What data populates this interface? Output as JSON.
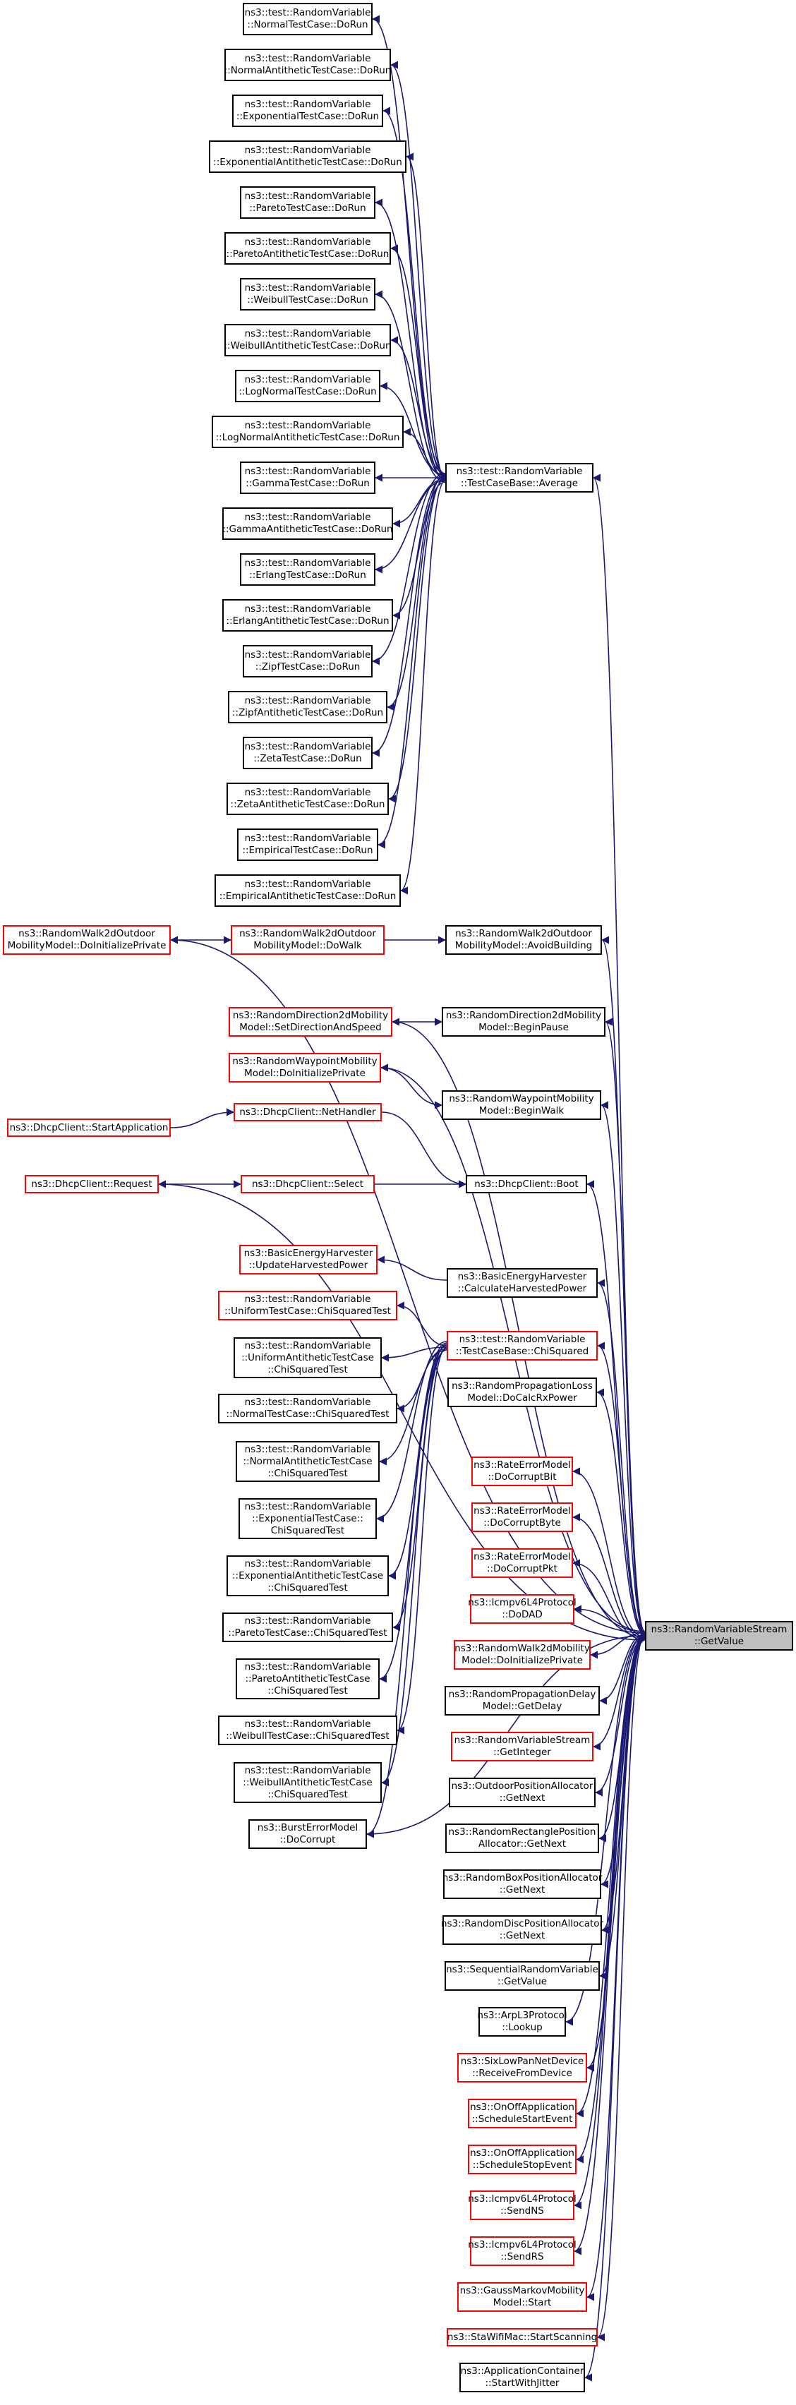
{
  "edge_color": "#191970",
  "node_border_black": "#000000",
  "node_border_red": "#ff0000",
  "target_fill": "#bfbfbf",
  "nodes": [
    {
      "id": "n1",
      "lines": [
        "ns3::test::RandomVariable",
        "::NormalTestCase::DoRun"
      ],
      "border": "black"
    },
    {
      "id": "n2",
      "lines": [
        "ns3::test::RandomVariable",
        "::NormalAntitheticTestCase::DoRun"
      ],
      "border": "black"
    },
    {
      "id": "n3",
      "lines": [
        "ns3::test::RandomVariable",
        "::ExponentialTestCase::DoRun"
      ],
      "border": "black"
    },
    {
      "id": "n4",
      "lines": [
        "ns3::test::RandomVariable",
        "::ExponentialAntitheticTestCase::DoRun"
      ],
      "border": "black"
    },
    {
      "id": "n5",
      "lines": [
        "ns3::test::RandomVariable",
        "::ParetoTestCase::DoRun"
      ],
      "border": "black"
    },
    {
      "id": "n6",
      "lines": [
        "ns3::test::RandomVariable",
        "::ParetoAntitheticTestCase::DoRun"
      ],
      "border": "black"
    },
    {
      "id": "n7",
      "lines": [
        "ns3::test::RandomVariable",
        "::WeibullTestCase::DoRun"
      ],
      "border": "black"
    },
    {
      "id": "n8",
      "lines": [
        "ns3::test::RandomVariable",
        "::WeibullAntitheticTestCase::DoRun"
      ],
      "border": "black"
    },
    {
      "id": "n9",
      "lines": [
        "ns3::test::RandomVariable",
        "::LogNormalTestCase::DoRun"
      ],
      "border": "black"
    },
    {
      "id": "n10",
      "lines": [
        "ns3::test::RandomVariable",
        "::LogNormalAntitheticTestCase::DoRun"
      ],
      "border": "black"
    },
    {
      "id": "n11",
      "lines": [
        "ns3::test::RandomVariable",
        "::GammaTestCase::DoRun"
      ],
      "border": "black"
    },
    {
      "id": "n12",
      "lines": [
        "ns3::test::RandomVariable",
        "::GammaAntitheticTestCase::DoRun"
      ],
      "border": "black"
    },
    {
      "id": "n13",
      "lines": [
        "ns3::test::RandomVariable",
        "::ErlangTestCase::DoRun"
      ],
      "border": "black"
    },
    {
      "id": "n14",
      "lines": [
        "ns3::test::RandomVariable",
        "::ErlangAntitheticTestCase::DoRun"
      ],
      "border": "black"
    },
    {
      "id": "n15",
      "lines": [
        "ns3::test::RandomVariable",
        "::ZipfTestCase::DoRun"
      ],
      "border": "black"
    },
    {
      "id": "n16",
      "lines": [
        "ns3::test::RandomVariable",
        "::ZipfAntitheticTestCase::DoRun"
      ],
      "border": "black"
    },
    {
      "id": "n17",
      "lines": [
        "ns3::test::RandomVariable",
        "::ZetaTestCase::DoRun"
      ],
      "border": "black"
    },
    {
      "id": "n18",
      "lines": [
        "ns3::test::RandomVariable",
        "::ZetaAntitheticTestCase::DoRun"
      ],
      "border": "black"
    },
    {
      "id": "n19",
      "lines": [
        "ns3::test::RandomVariable",
        "::EmpiricalTestCase::DoRun"
      ],
      "border": "black"
    },
    {
      "id": "n20",
      "lines": [
        "ns3::test::RandomVariable",
        "::EmpiricalAntitheticTestCase::DoRun"
      ],
      "border": "black"
    },
    {
      "id": "avg",
      "lines": [
        "ns3::test::RandomVariable",
        "::TestCaseBase::Average"
      ],
      "border": "black"
    },
    {
      "id": "rw_init",
      "lines": [
        "ns3::RandomWalk2dOutdoor",
        "MobilityModel::DoInitializePrivate"
      ],
      "border": "red"
    },
    {
      "id": "rw_walk",
      "lines": [
        "ns3::RandomWalk2dOutdoor",
        "MobilityModel::DoWalk"
      ],
      "border": "red"
    },
    {
      "id": "rw_avoid",
      "lines": [
        "ns3::RandomWalk2dOutdoor",
        "MobilityModel::AvoidBuilding"
      ],
      "border": "black"
    },
    {
      "id": "rd_set",
      "lines": [
        "ns3::RandomDirection2dMobility",
        "Model::SetDirectionAndSpeed"
      ],
      "border": "red"
    },
    {
      "id": "rd_begin",
      "lines": [
        "ns3::RandomDirection2dMobility",
        "Model::BeginPause"
      ],
      "border": "black"
    },
    {
      "id": "rwp_init",
      "lines": [
        "ns3::RandomWaypointMobility",
        "Model::DoInitializePrivate"
      ],
      "border": "red"
    },
    {
      "id": "rwp_begin",
      "lines": [
        "ns3::RandomWaypointMobility",
        "Model::BeginWalk"
      ],
      "border": "black"
    },
    {
      "id": "dhcp_net",
      "lines": [
        "ns3::DhcpClient::NetHandler"
      ],
      "border": "red"
    },
    {
      "id": "dhcp_start",
      "lines": [
        "ns3::DhcpClient::StartApplication"
      ],
      "border": "red"
    },
    {
      "id": "dhcp_req",
      "lines": [
        "ns3::DhcpClient::Request"
      ],
      "border": "red"
    },
    {
      "id": "dhcp_sel",
      "lines": [
        "ns3::DhcpClient::Select"
      ],
      "border": "red"
    },
    {
      "id": "dhcp_boot",
      "lines": [
        "ns3::DhcpClient::Boot"
      ],
      "border": "black"
    },
    {
      "id": "beh_upd",
      "lines": [
        "ns3::BasicEnergyHarvester",
        "::UpdateHarvestedPower"
      ],
      "border": "red"
    },
    {
      "id": "beh_calc",
      "lines": [
        "ns3::BasicEnergyHarvester",
        "::CalculateHarvestedPower"
      ],
      "border": "black"
    },
    {
      "id": "c_uniform",
      "lines": [
        "ns3::test::RandomVariable",
        "::UniformTestCase::ChiSquaredTest"
      ],
      "border": "red"
    },
    {
      "id": "c_uniform_a",
      "lines": [
        "ns3::test::RandomVariable",
        "::UniformAntitheticTestCase",
        "::ChiSquaredTest"
      ],
      "border": "black"
    },
    {
      "id": "c_normal",
      "lines": [
        "ns3::test::RandomVariable",
        "::NormalTestCase::ChiSquaredTest"
      ],
      "border": "black"
    },
    {
      "id": "c_normal_a",
      "lines": [
        "ns3::test::RandomVariable",
        "::NormalAntitheticTestCase",
        "::ChiSquaredTest"
      ],
      "border": "black"
    },
    {
      "id": "c_exp",
      "lines": [
        "ns3::test::RandomVariable",
        "::ExponentialTestCase::",
        "ChiSquaredTest"
      ],
      "border": "black"
    },
    {
      "id": "c_exp_a",
      "lines": [
        "ns3::test::RandomVariable",
        "::ExponentialAntitheticTestCase",
        "::ChiSquaredTest"
      ],
      "border": "black"
    },
    {
      "id": "c_pareto",
      "lines": [
        "ns3::test::RandomVariable",
        "::ParetoTestCase::ChiSquaredTest"
      ],
      "border": "black"
    },
    {
      "id": "c_pareto_a",
      "lines": [
        "ns3::test::RandomVariable",
        "::ParetoAntitheticTestCase",
        "::ChiSquaredTest"
      ],
      "border": "black"
    },
    {
      "id": "c_weibull",
      "lines": [
        "ns3::test::RandomVariable",
        "::WeibullTestCase::ChiSquaredTest"
      ],
      "border": "black"
    },
    {
      "id": "c_weibull_a",
      "lines": [
        "ns3::test::RandomVariable",
        "::WeibullAntitheticTestCase",
        "::ChiSquaredTest"
      ],
      "border": "black"
    },
    {
      "id": "burst",
      "lines": [
        "ns3::BurstErrorModel",
        "::DoCorrupt"
      ],
      "border": "black"
    },
    {
      "id": "chi",
      "lines": [
        "ns3::test::RandomVariable",
        "::TestCaseBase::ChiSquared"
      ],
      "border": "red"
    },
    {
      "id": "rpl",
      "lines": [
        "ns3::RandomPropagationLoss",
        "Model::DoCalcRxPower"
      ],
      "border": "black"
    },
    {
      "id": "rem_bit",
      "lines": [
        "ns3::RateErrorModel",
        "::DoCorruptBit"
      ],
      "border": "red"
    },
    {
      "id": "rem_byte",
      "lines": [
        "ns3::RateErrorModel",
        "::DoCorruptByte"
      ],
      "border": "red"
    },
    {
      "id": "rem_pkt",
      "lines": [
        "ns3::RateErrorModel",
        "::DoCorruptPkt"
      ],
      "border": "red"
    },
    {
      "id": "icmp_dad",
      "lines": [
        "ns3::Icmpv6L4Protocol",
        "::DoDAD"
      ],
      "border": "red"
    },
    {
      "id": "rw2d_init",
      "lines": [
        "ns3::RandomWalk2dMobility",
        "Model::DoInitializePrivate"
      ],
      "border": "red"
    },
    {
      "id": "rpd",
      "lines": [
        "ns3::RandomPropagationDelay",
        "Model::GetDelay"
      ],
      "border": "black"
    },
    {
      "id": "rvs_int",
      "lines": [
        "ns3::RandomVariableStream",
        "::GetInteger"
      ],
      "border": "red"
    },
    {
      "id": "opa",
      "lines": [
        "ns3::OutdoorPositionAllocator",
        "::GetNext"
      ],
      "border": "black"
    },
    {
      "id": "rrpa",
      "lines": [
        "ns3::RandomRectanglePosition",
        "Allocator::GetNext"
      ],
      "border": "black"
    },
    {
      "id": "rbpa",
      "lines": [
        "ns3::RandomBoxPositionAllocator",
        "::GetNext"
      ],
      "border": "black"
    },
    {
      "id": "rdpa",
      "lines": [
        "ns3::RandomDiscPositionAllocator",
        "::GetNext"
      ],
      "border": "black"
    },
    {
      "id": "srv",
      "lines": [
        "ns3::SequentialRandomVariable",
        "::GetValue"
      ],
      "border": "black"
    },
    {
      "id": "arp",
      "lines": [
        "ns3::ArpL3Protocol",
        "::Lookup"
      ],
      "border": "black"
    },
    {
      "id": "sixlow",
      "lines": [
        "ns3::SixLowPanNetDevice",
        "::ReceiveFromDevice"
      ],
      "border": "red"
    },
    {
      "id": "onoff_start",
      "lines": [
        "ns3::OnOffApplication",
        "::ScheduleStartEvent"
      ],
      "border": "red"
    },
    {
      "id": "onoff_stop",
      "lines": [
        "ns3::OnOffApplication",
        "::ScheduleStopEvent"
      ],
      "border": "red"
    },
    {
      "id": "icmp_ns",
      "lines": [
        "ns3::Icmpv6L4Protocol",
        "::SendNS"
      ],
      "border": "red"
    },
    {
      "id": "icmp_rs",
      "lines": [
        "ns3::Icmpv6L4Protocol",
        "::SendRS"
      ],
      "border": "red"
    },
    {
      "id": "gmm",
      "lines": [
        "ns3::GaussMarkovMobility",
        "Model::Start"
      ],
      "border": "red"
    },
    {
      "id": "sta",
      "lines": [
        "ns3::StaWifiMac::StartScanning"
      ],
      "border": "red"
    },
    {
      "id": "appc",
      "lines": [
        "ns3::ApplicationContainer",
        "::StartWithJitter"
      ],
      "border": "black"
    },
    {
      "id": "target",
      "lines": [
        "ns3::RandomVariableStream",
        "::GetValue"
      ],
      "border": "black",
      "highlight": true
    }
  ],
  "edges": [
    [
      "n1",
      "avg"
    ],
    [
      "n2",
      "avg"
    ],
    [
      "n3",
      "avg"
    ],
    [
      "n4",
      "avg"
    ],
    [
      "n5",
      "avg"
    ],
    [
      "n6",
      "avg"
    ],
    [
      "n7",
      "avg"
    ],
    [
      "n8",
      "avg"
    ],
    [
      "n9",
      "avg"
    ],
    [
      "n10",
      "avg"
    ],
    [
      "n11",
      "avg"
    ],
    [
      "n12",
      "avg"
    ],
    [
      "n13",
      "avg"
    ],
    [
      "n14",
      "avg"
    ],
    [
      "n15",
      "avg"
    ],
    [
      "n16",
      "avg"
    ],
    [
      "n17",
      "avg"
    ],
    [
      "n18",
      "avg"
    ],
    [
      "n19",
      "avg"
    ],
    [
      "n20",
      "avg"
    ],
    [
      "rw_walk",
      "rw_init"
    ],
    [
      "rw_avoid",
      "rw_walk"
    ],
    [
      "rw_init",
      "target"
    ],
    [
      "rw_avoid",
      "target"
    ],
    [
      "rd_begin",
      "rd_set"
    ],
    [
      "rd_set",
      "target"
    ],
    [
      "rd_begin",
      "target"
    ],
    [
      "rwp_begin",
      "rwp_init"
    ],
    [
      "rwp_init",
      "target"
    ],
    [
      "rwp_begin",
      "target"
    ],
    [
      "dhcp_net",
      "dhcp_start"
    ],
    [
      "dhcp_sel",
      "dhcp_req"
    ],
    [
      "dhcp_boot",
      "dhcp_net"
    ],
    [
      "dhcp_boot",
      "dhcp_sel"
    ],
    [
      "dhcp_req",
      "target"
    ],
    [
      "dhcp_boot",
      "target"
    ],
    [
      "beh_upd",
      "beh_calc"
    ],
    [
      "beh_calc",
      "target"
    ],
    [
      "c_uniform",
      "chi"
    ],
    [
      "c_uniform_a",
      "chi"
    ],
    [
      "c_normal",
      "chi"
    ],
    [
      "c_normal_a",
      "chi"
    ],
    [
      "c_exp",
      "chi"
    ],
    [
      "c_exp_a",
      "chi"
    ],
    [
      "c_pareto",
      "chi"
    ],
    [
      "c_pareto_a",
      "chi"
    ],
    [
      "c_weibull",
      "chi"
    ],
    [
      "c_weibull_a",
      "chi"
    ],
    [
      "burst",
      "chi"
    ],
    [
      "avg",
      "target"
    ],
    [
      "chi",
      "target"
    ],
    [
      "rpl",
      "target"
    ],
    [
      "burst",
      "target"
    ],
    [
      "rem_bit",
      "target"
    ],
    [
      "rem_byte",
      "target"
    ],
    [
      "rem_pkt",
      "target"
    ],
    [
      "icmp_dad",
      "target"
    ],
    [
      "rw2d_init",
      "target"
    ],
    [
      "rpd",
      "target"
    ],
    [
      "rvs_int",
      "target"
    ],
    [
      "opa",
      "target"
    ],
    [
      "rrpa",
      "target"
    ],
    [
      "rbpa",
      "target"
    ],
    [
      "rdpa",
      "target"
    ],
    [
      "srv",
      "target"
    ],
    [
      "arp",
      "target"
    ],
    [
      "sixlow",
      "target"
    ],
    [
      "onoff_start",
      "target"
    ],
    [
      "onoff_stop",
      "target"
    ],
    [
      "icmp_ns",
      "target"
    ],
    [
      "icmp_rs",
      "target"
    ],
    [
      "gmm",
      "target"
    ],
    [
      "sta",
      "target"
    ],
    [
      "appc",
      "target"
    ]
  ]
}
